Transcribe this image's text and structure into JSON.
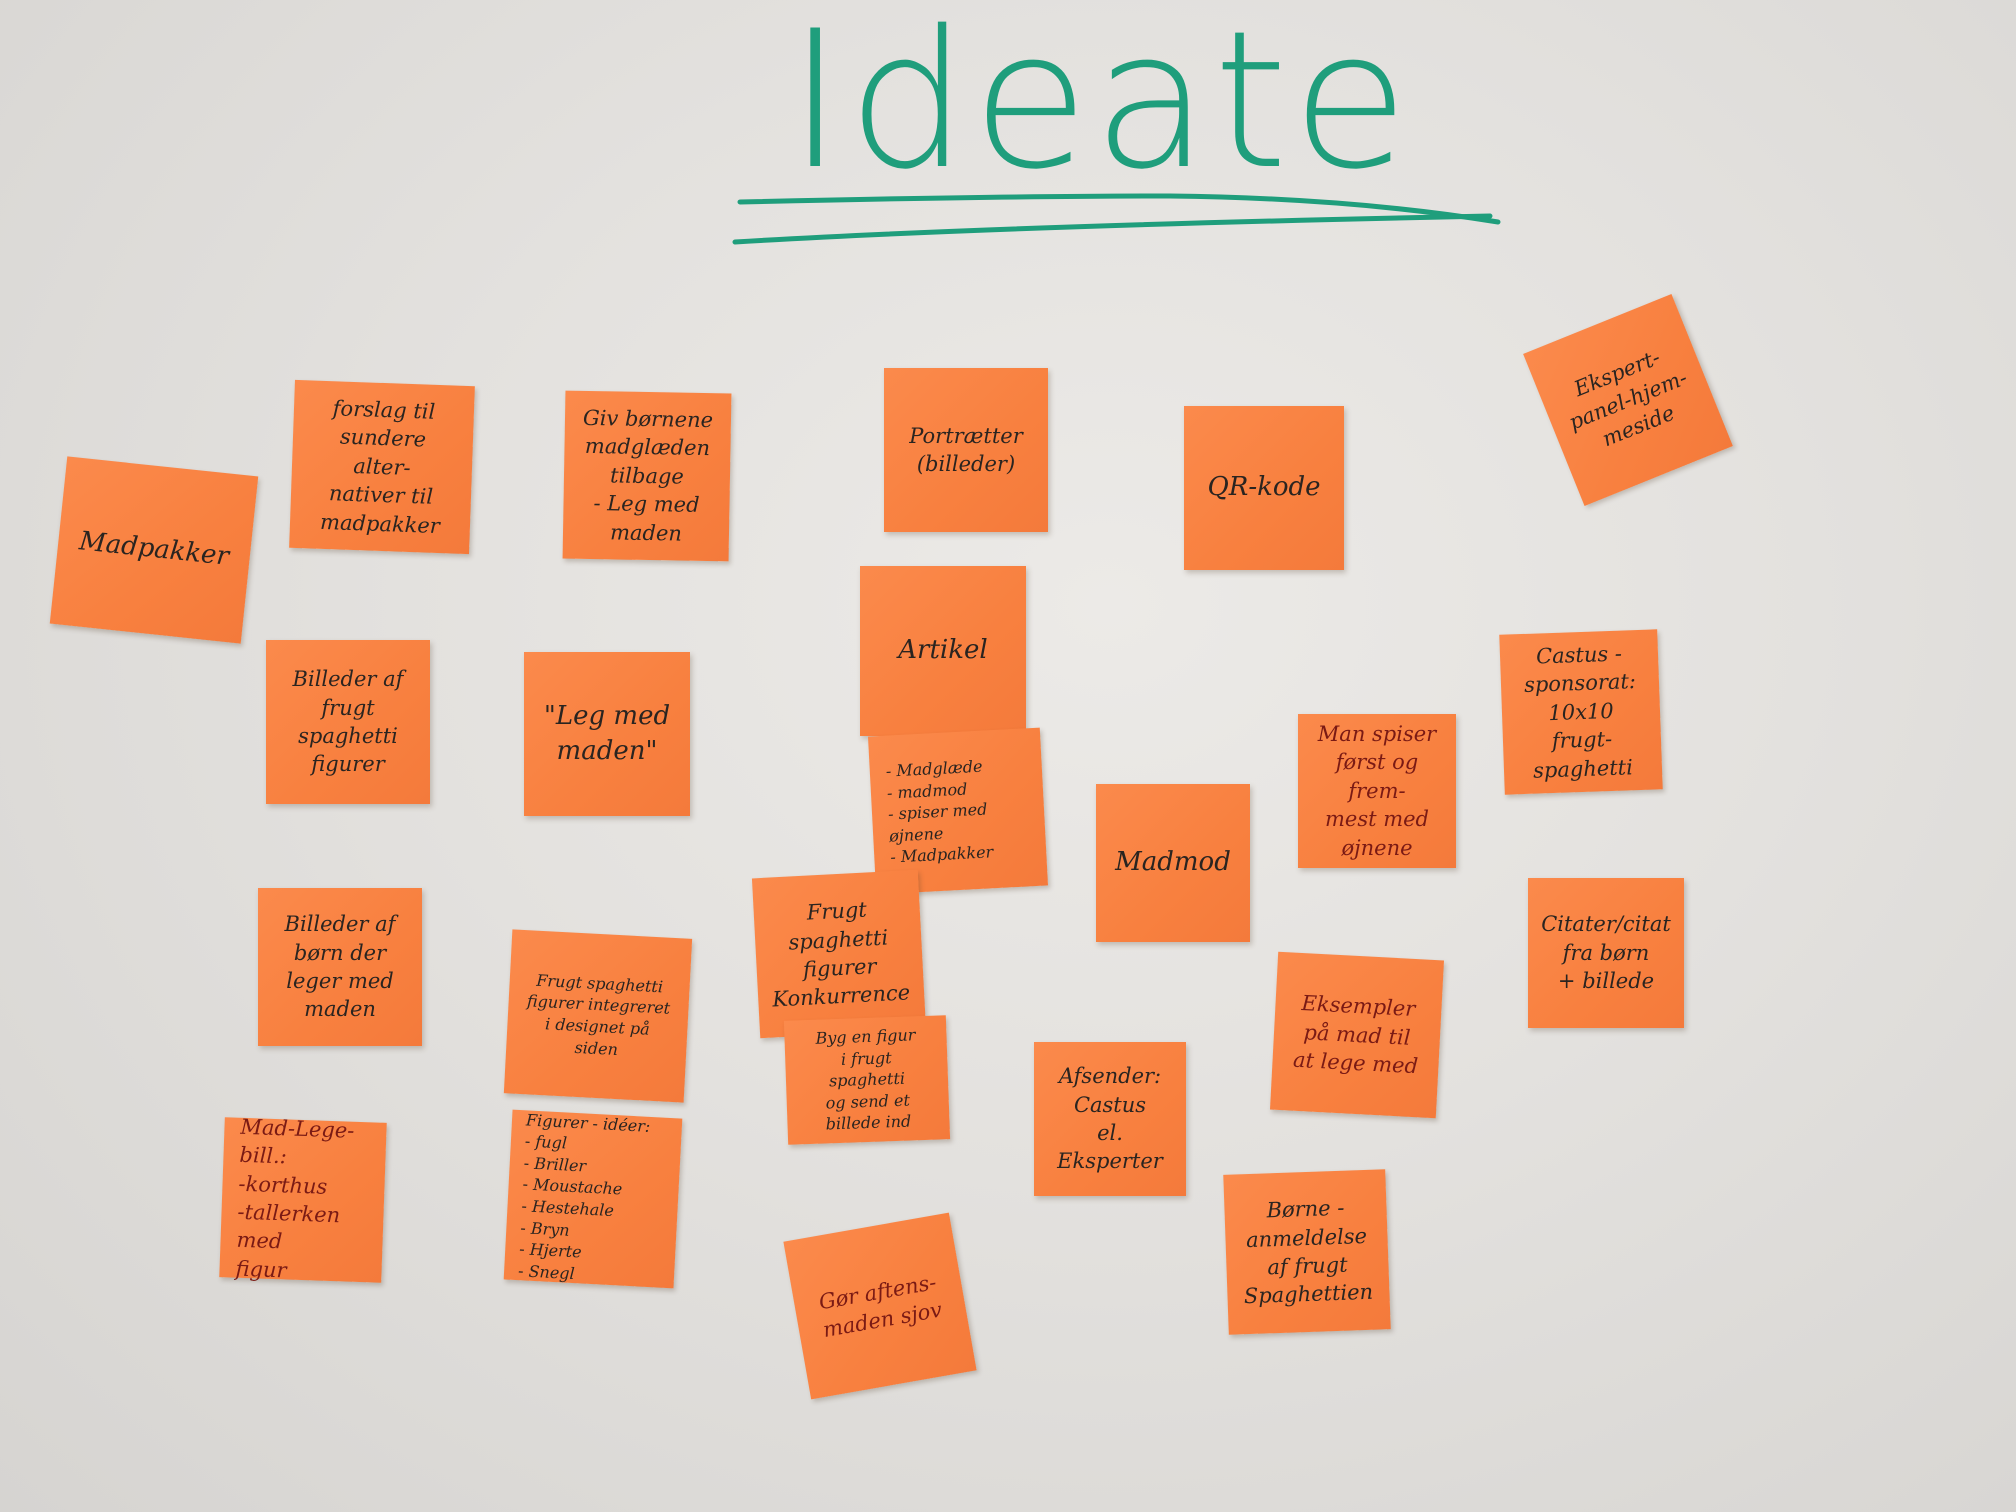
{
  "title": "Ideate",
  "colors": {
    "whiteboard": "#e6e4e1",
    "marker_green": "#1f9e7c",
    "sticky_orange": "#f8803f",
    "ink_dark": "#2a2420",
    "ink_red": "#7a1a14"
  },
  "notes": [
    {
      "text": "Madpakker"
    },
    {
      "text": "forslag til\nsundere alter-\nnativer til\nmadpakker"
    },
    {
      "text": "Giv børnene\nmadglæden\ntilbage\n- Leg med\nmaden"
    },
    {
      "text": "Portrætter\n(billeder)"
    },
    {
      "text": "QR-kode"
    },
    {
      "text": "Ekspert-\npanel-hjem-\nmeside"
    },
    {
      "text": "Billeder af\nfrugt spaghetti\nfigurer"
    },
    {
      "text": "\"Leg med\nmaden\""
    },
    {
      "text": "Artikel"
    },
    {
      "text": "- Madglæde\n- madmod\n- spiser med øjnene\n- Madpakker"
    },
    {
      "text": "Castus -\nsponsorat:\n10x10 frugt-\nspaghetti"
    },
    {
      "text": "Man spiser\nførst og frem-\nmest med\nøjnene"
    },
    {
      "text": "Madmod"
    },
    {
      "text": "Billeder af\nbørn der\nleger med\nmaden"
    },
    {
      "text": "Frugt\nspaghetti\nfigurer\nKonkurrence"
    },
    {
      "text": "Frugt spaghetti\nfigurer integreret\ni designet på\nsiden"
    },
    {
      "text": "Citater/citat\nfra børn\n+ billede"
    },
    {
      "text": "Eksempler\npå mad til\nat lege med"
    },
    {
      "text": "Byg en figur\ni frugt spaghetti\nog send et\nbillede ind"
    },
    {
      "text": "Afsender:\nCastus\nel.\nEksperter"
    },
    {
      "text": "Mad-Lege-bill.:\n-korthus\n-tallerken med\nfigur"
    },
    {
      "text": "Figurer - idéer:\n- fugl\n- Briller\n- Moustache\n- Hestehale\n- Bryn\n- Hjerte\n- Snegl"
    },
    {
      "text": "Børne -\nanmeldelse\naf frugt\nSpaghettien"
    },
    {
      "text": "Gør aftens-\nmaden sjov"
    }
  ]
}
